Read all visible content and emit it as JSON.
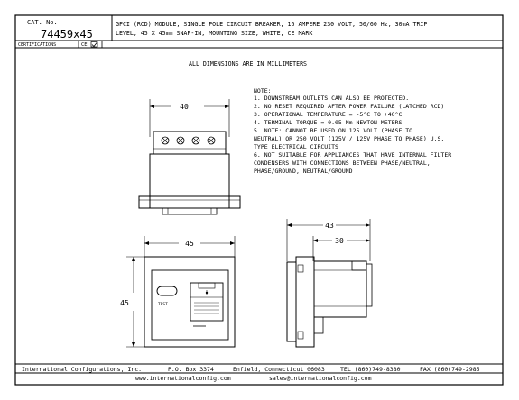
{
  "title_block": {
    "cat_no_label": "CAT. No.",
    "cat_no": "74459x45",
    "description_line1": "GFCI (RCD) MODULE, SINGLE POLE CIRCUIT BREAKER, 16 AMPERE 230 VOLT, 50/60 Hz, 30mA TRIP",
    "description_line2": "LEVEL, 45 X 45mm SNAP-IN, MOUNTING SIZE, WHITE, CE MARK",
    "certifications_label": "CERTIFICATIONS",
    "cert_mark": "CE",
    "cert_checked": true
  },
  "heading": "ALL DIMENSIONS ARE IN MILLIMETERS",
  "notes": {
    "title": "NOTE:",
    "lines": [
      "1. DOWNSTREAM OUTLETS CAN ALSO BE PROTECTED.",
      "2. NO RESET REQUIRED AFTER POWER FAILURE (LATCHED RCD)",
      "3. OPERATIONAL TEMPERATURE = -5°C TO +40°C",
      "4. TERMINAL TORQUE = 0.05 Nm NEWTON METERS",
      "5. NOTE: CANNOT BE USED ON 125 VOLT (PHASE TO",
      "NEUTRAL) OR 250 VOLT (125V / 125V PHASE TO PHASE) U.S.",
      "TYPE ELECTRICAL CIRCUITS",
      "6. NOT SUITABLE FOR APPLIANCES THAT HAVE INTERNAL FILTER",
      "CONDENSERS WITH CONNECTIONS BETWEEN PHASE/NEUTRAL,",
      "PHASE/GROUND, NEUTRAL/GROUND"
    ]
  },
  "dimensions": {
    "top_width": "40",
    "front_width": "45",
    "front_height": "45",
    "side_depth": "43",
    "side_inner": "30"
  },
  "front_labels": {
    "test_label": "TEST"
  },
  "footer": {
    "company": "International Configurations, Inc.",
    "po_box": "P.O. Box 3374",
    "city": "Enfield, Connecticut 06083",
    "tel": "TEL (860)749-8380",
    "fax": "FAX (860)749-2985",
    "website": "www.internationalconfig.com",
    "email": "sales@internationalconfig.com"
  }
}
